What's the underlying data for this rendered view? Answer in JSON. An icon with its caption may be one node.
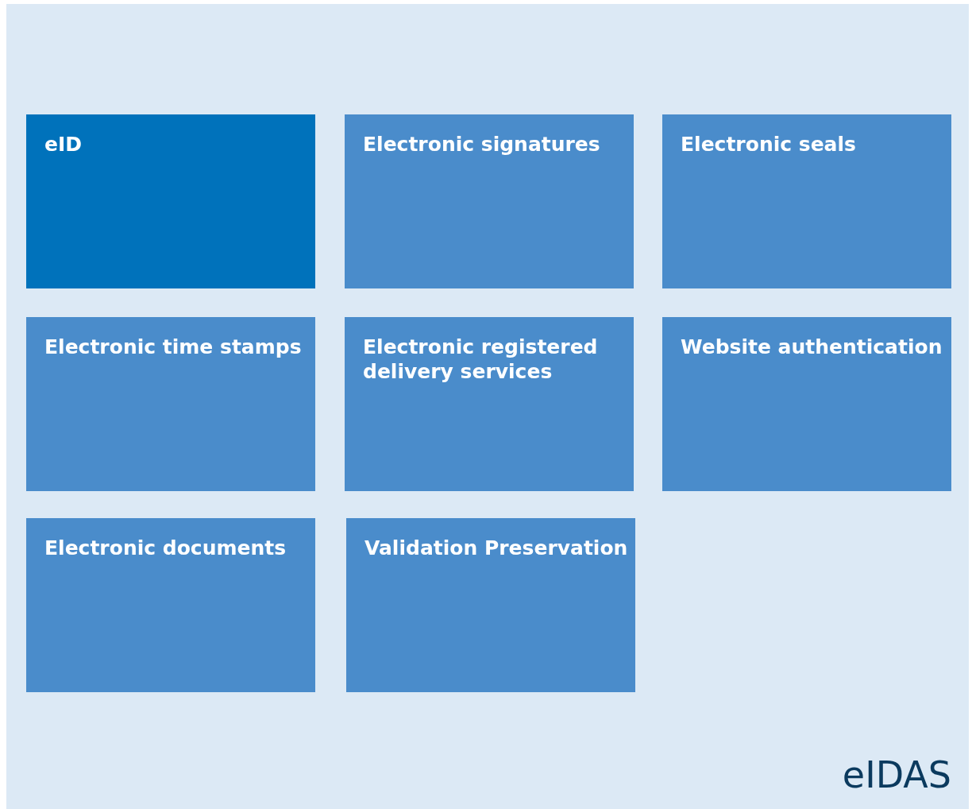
{
  "diagram": {
    "nodes": [
      {
        "text": [
          "eIDAS"
        ]
      },
      {
        "text": [
          "eID"
        ],
        "in": 0
      },
      {
        "text": [
          "Electronic signatures"
        ],
        "in": 0
      },
      {
        "text": [
          "Electronic seals"
        ],
        "in": 0
      },
      {
        "text": [
          "Electronic time stamps"
        ],
        "in": 0
      },
      {
        "text": [
          "Electronic registered delivery services"
        ],
        "in": 0
      },
      {
        "text": [
          "Website authentication"
        ],
        "in": 0
      },
      {
        "text": [
          "Electronic documents"
        ],
        "in": 0
      },
      {
        "text": [
          "Validation Preservation"
        ],
        "in": 0
      }
    ]
  }
}
